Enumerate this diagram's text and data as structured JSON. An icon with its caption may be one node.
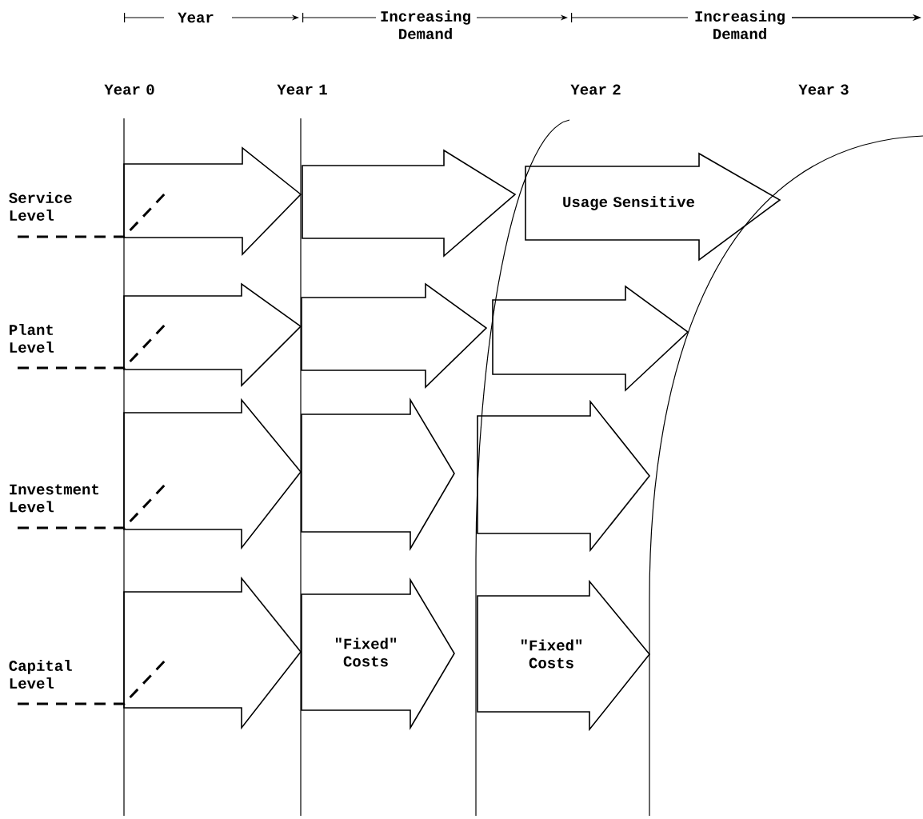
{
  "diagram": {
    "nodes": [
      {
        "text": [],
        "shape": "arrow"
      },
      {
        "text": [],
        "shape": "arrow"
      },
      {
        "text": [
          "Usage Sensitive"
        ]
      },
      {
        "text": [],
        "shape": "arrow"
      },
      {
        "text": [],
        "shape": "arrow"
      },
      {
        "text": [],
        "shape": "arrow"
      },
      {
        "text": [],
        "shape": "arrow"
      },
      {
        "text": [],
        "shape": "arrow"
      },
      {
        "text": [],
        "shape": "arrow"
      },
      {
        "text": [],
        "shape": "arrow"
      },
      {
        "text": [
          "\"Fixed\" Costs"
        ]
      },
      {
        "text": [
          "\"Fixed\" Costs"
        ]
      }
    ],
    "labels": [
      "Year",
      "Increasing Demand",
      "Increasing Demand",
      "Year 0",
      "Year 1",
      "Year 2",
      "Year 3",
      "Service Level",
      "Plant Level",
      "Investment Level",
      "Capital Level"
    ]
  }
}
